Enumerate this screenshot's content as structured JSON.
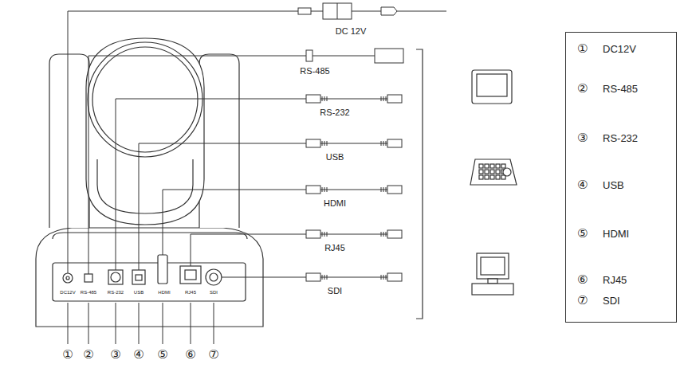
{
  "diagram": {
    "nodes": [
      {
        "text": [
          "①",
          "DC12V",
          "②",
          "RS-485",
          "③",
          "RS-232",
          "④",
          "USB",
          "⑤",
          "HDMI",
          "⑥",
          "RJ45",
          "⑦",
          "SDI"
        ]
      }
    ],
    "labels": [
      "DC 12V",
      "RS-485",
      "RS-232",
      "USB",
      "HDMI",
      "RJ45",
      "SDI",
      "DC12V",
      "RS-485",
      "RS-232",
      "USB",
      "HDMI",
      "RJ45",
      "SDI",
      "①",
      "②",
      "③",
      "④",
      "⑤",
      "⑥",
      "⑦"
    ]
  }
}
